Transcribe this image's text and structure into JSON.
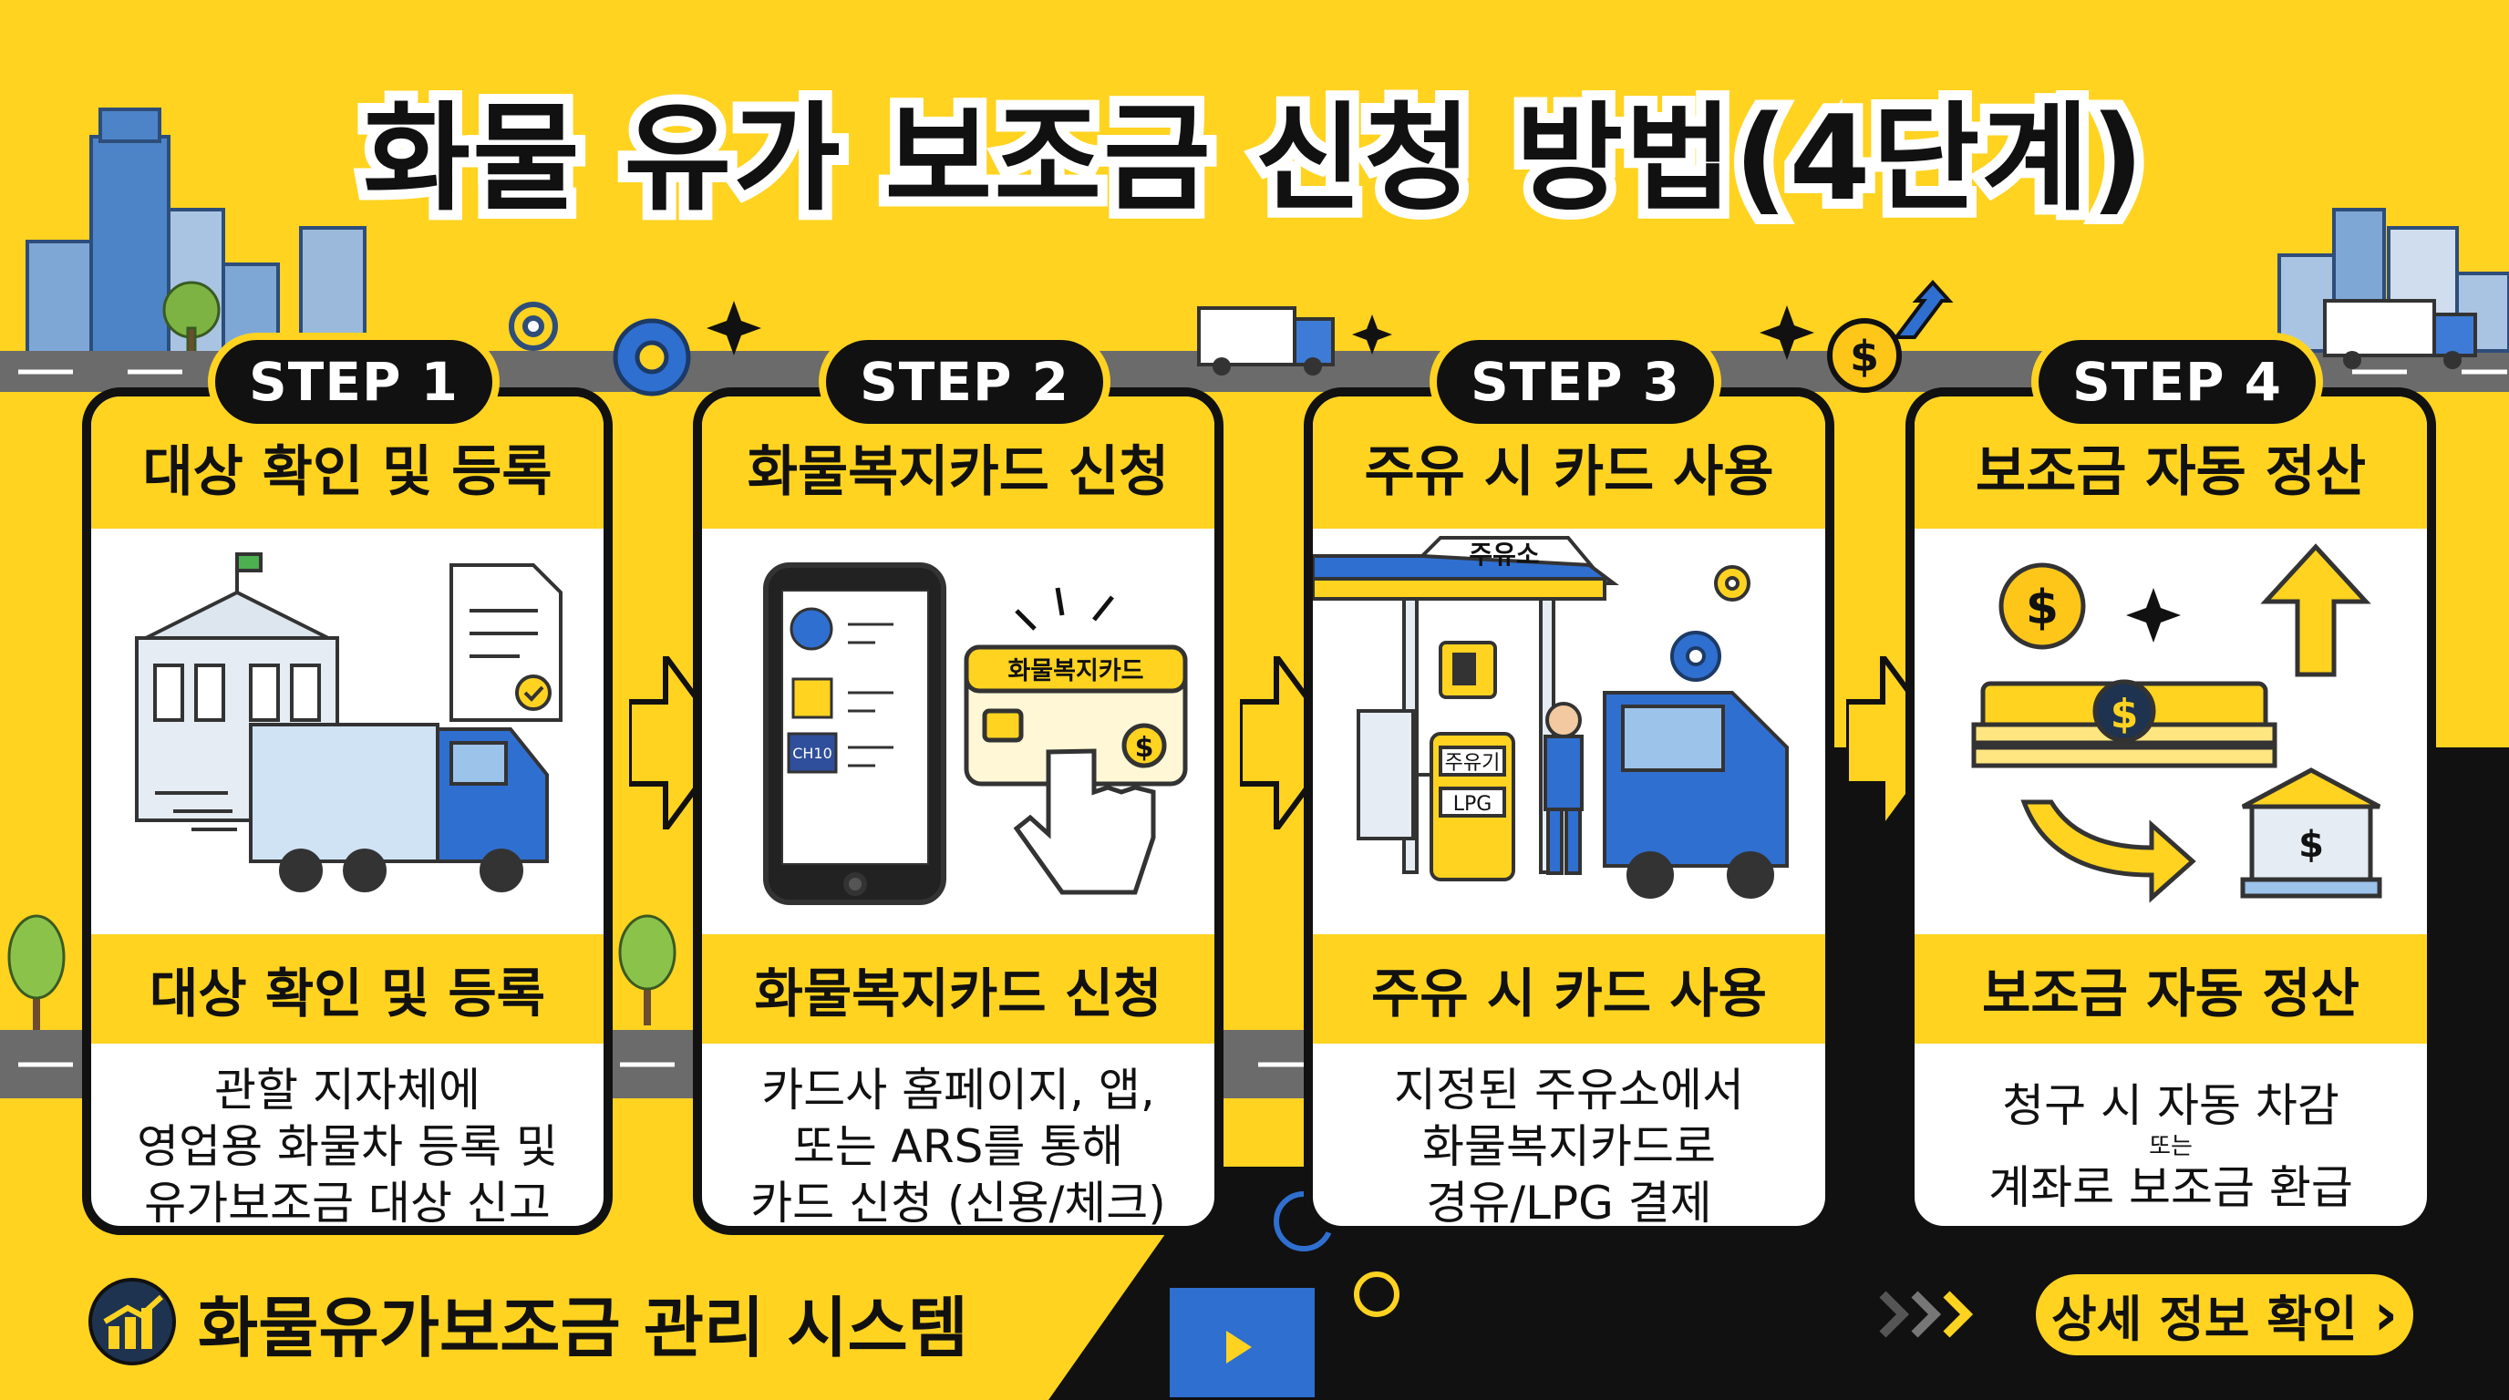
{
  "title": "화물 유가 보조금 신청 방법(4단계)",
  "steps": [
    {
      "badge": "STEP 1",
      "heading": "대상 확인 및 등록",
      "subheading": "대상 확인 및 등록",
      "desc": [
        "관할 지자체에",
        "영업용 화물차 등록 및",
        "유가보조금 대상 신고"
      ]
    },
    {
      "badge": "STEP 2",
      "heading": "화물복지카드 신청",
      "subheading": "화물복지카드 신청",
      "card_label": "화물복지카드",
      "bank_label": "CH10",
      "desc": [
        "카드사 홈페이지, 앱,",
        "또는 ARS를 통해",
        "카드 신청 (신용/체크)"
      ]
    },
    {
      "badge": "STEP 3",
      "heading": "주유 시 카드 사용",
      "subheading": "주유 시 카드 사용",
      "station_sign": "주유소",
      "pump_label": "주유기",
      "pump_fuel": "LPG",
      "desc": [
        "지정된 주유소에서",
        "화물복지카드로",
        "경유/LPG 결제"
      ]
    },
    {
      "badge": "STEP 4",
      "heading": "보조금 자동 정산",
      "subheading": "보조금 자동 정산",
      "desc": [
        "청구 시 자동 차감",
        "또는",
        "계좌로 보조금 환급"
      ]
    }
  ],
  "footer": {
    "system_name": "화물유가보조금 관리 시스템",
    "detail_button": "상세 정보 확인",
    "detail_arrow": "›"
  },
  "colors": {
    "background": "#FFD320",
    "dark": "#111111",
    "truck_blue": "#2F6FD0",
    "light_blue": "#CFE3F5"
  }
}
